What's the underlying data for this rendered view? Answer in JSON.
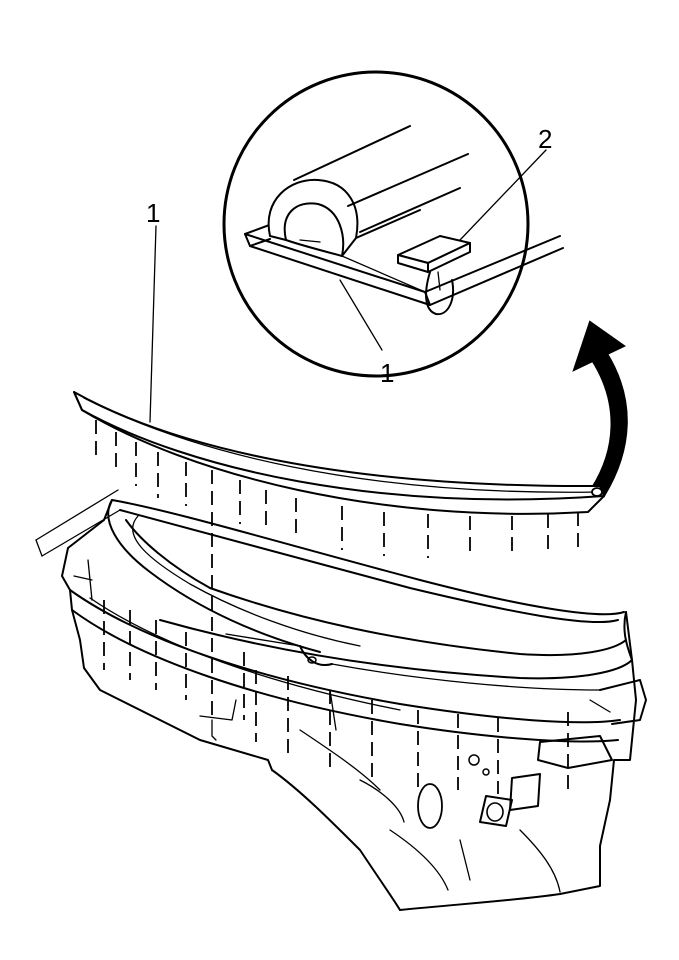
{
  "callouts": {
    "strip_main": "1",
    "strip_detail": "1",
    "clip_detail": "2"
  },
  "colors": {
    "line": "#000000",
    "background": "#ffffff"
  },
  "parts": {
    "strip": "windshield-seal-strip",
    "clip": "retaining-clip",
    "arrow": "detail-view-arrow",
    "body": "cowl-panel"
  }
}
